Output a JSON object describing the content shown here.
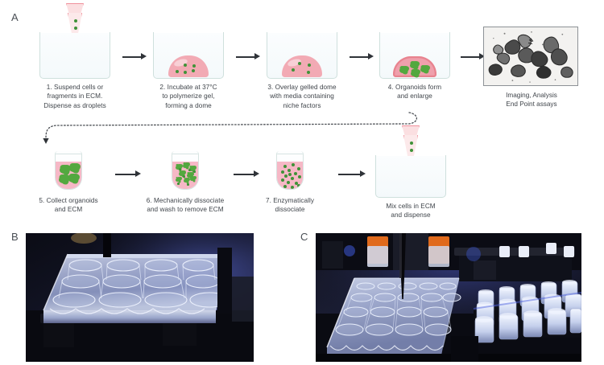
{
  "figure": {
    "panels": [
      {
        "label": "A",
        "kind": "workflow-diagram"
      },
      {
        "label": "B",
        "kind": "photograph"
      },
      {
        "label": "C",
        "kind": "photograph"
      }
    ]
  },
  "panel_a": {
    "label": "A",
    "steps": [
      {
        "id": "step-1",
        "number": "1",
        "caption": "1. Suspend cells or\nfragments in ECM.\nDispense as droplets",
        "vessel": "culture-dish",
        "has_pipette": true,
        "cell_count": 4
      },
      {
        "id": "step-2",
        "number": "2",
        "caption": "2. Incubate at 37°C\nto polymerize gel,\nforming a dome",
        "vessel": "culture-dish",
        "has_dome": true,
        "cell_count": 5
      },
      {
        "id": "step-3",
        "number": "3",
        "caption": "3. Overlay gelled dome\nwith media containing\nniche factors",
        "vessel": "culture-dish",
        "has_dome": true,
        "cell_count": 4
      },
      {
        "id": "step-4",
        "number": "4",
        "caption": "4. Organoids form\nand enlarge",
        "vessel": "culture-dish",
        "has_dome": true,
        "organoid_count": 4
      },
      {
        "id": "step-5",
        "number": "5",
        "caption": "5. Collect organoids\nand ECM",
        "vessel": "tube",
        "organoid_count": 4
      },
      {
        "id": "step-6",
        "number": "6",
        "caption": "6. Mechanically dissociate\nand wash to remove ECM",
        "vessel": "tube",
        "organoid_count": 8,
        "cell_count": 10
      },
      {
        "id": "step-7",
        "number": "7",
        "caption": "7. Enzymatically\ndissociate",
        "vessel": "tube",
        "cell_count": 16
      },
      {
        "id": "step-8",
        "number": "",
        "caption": "Mix cells in ECM\nand dispense",
        "vessel": "culture-dish",
        "has_pipette": true,
        "cell_count": 4
      }
    ],
    "endpoint": {
      "caption": "Imaging, Analysis\nEnd Point assays",
      "image_alt": "brightfield-micrograph-of-organoids"
    },
    "recycle_arrow": {
      "style": "dotted",
      "direction": "right-to-left-then-down",
      "label": ""
    }
  },
  "panel_b": {
    "label": "B",
    "alt": "24-well tissue culture plate on a dark liquid-handler deck under blue lighting"
  },
  "panel_c": {
    "label": "C",
    "alt": "Automated pipette tip dispensing into a 24-well plate beside a rack of tips on a robotic deck"
  },
  "colors": {
    "ecm_pink": "#f2aab4",
    "ecm_pink_dark": "#e8838f",
    "organoid_green": "#53a83f",
    "cell_green": "#3f9238",
    "dish_outline": "#cfe0dd",
    "tube_fill": "#f6b8c6",
    "arrow": "#2f3338",
    "text": "#3f444a",
    "pipette_outline": "#f0919c",
    "pipette_fill": "#fce9ea"
  }
}
